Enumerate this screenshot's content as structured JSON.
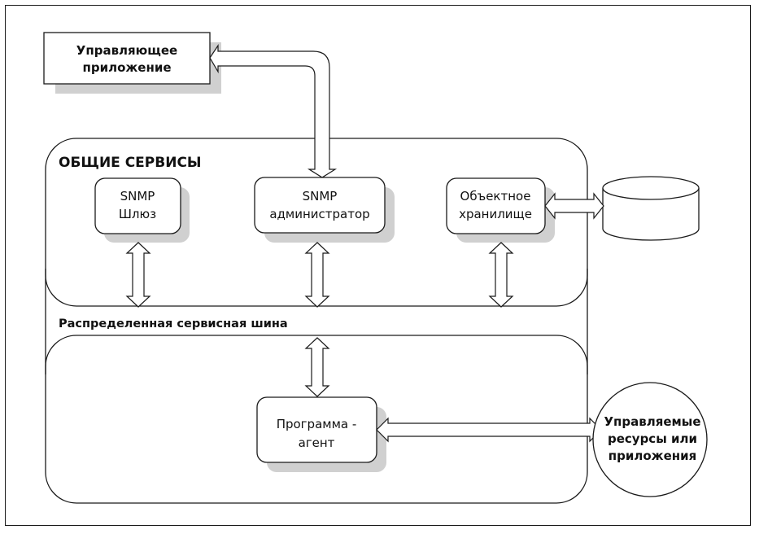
{
  "diagram": {
    "management_app": {
      "line1": "Управляющее",
      "line2": "приложение"
    },
    "common_services": {
      "title": "ОБЩИЕ СЕРВИСЫ"
    },
    "snmp_gateway": {
      "line1": "SNMP",
      "line2": "Шлюз"
    },
    "snmp_admin": {
      "line1": "SNMP",
      "line2": "администратор"
    },
    "object_store": {
      "line1": "Объектное",
      "line2": "хранилище"
    },
    "service_bus": {
      "label": "Распределенная сервисная шина"
    },
    "agent_program": {
      "line1": "Программа -",
      "line2": "агент"
    },
    "managed_resources": {
      "line1": "Управляемые",
      "line2": "ресурсы или",
      "line3": "приложения"
    }
  },
  "colors": {
    "stroke": "#1a1a1a",
    "shadow": "#d0d0d0",
    "fill": "#ffffff"
  }
}
